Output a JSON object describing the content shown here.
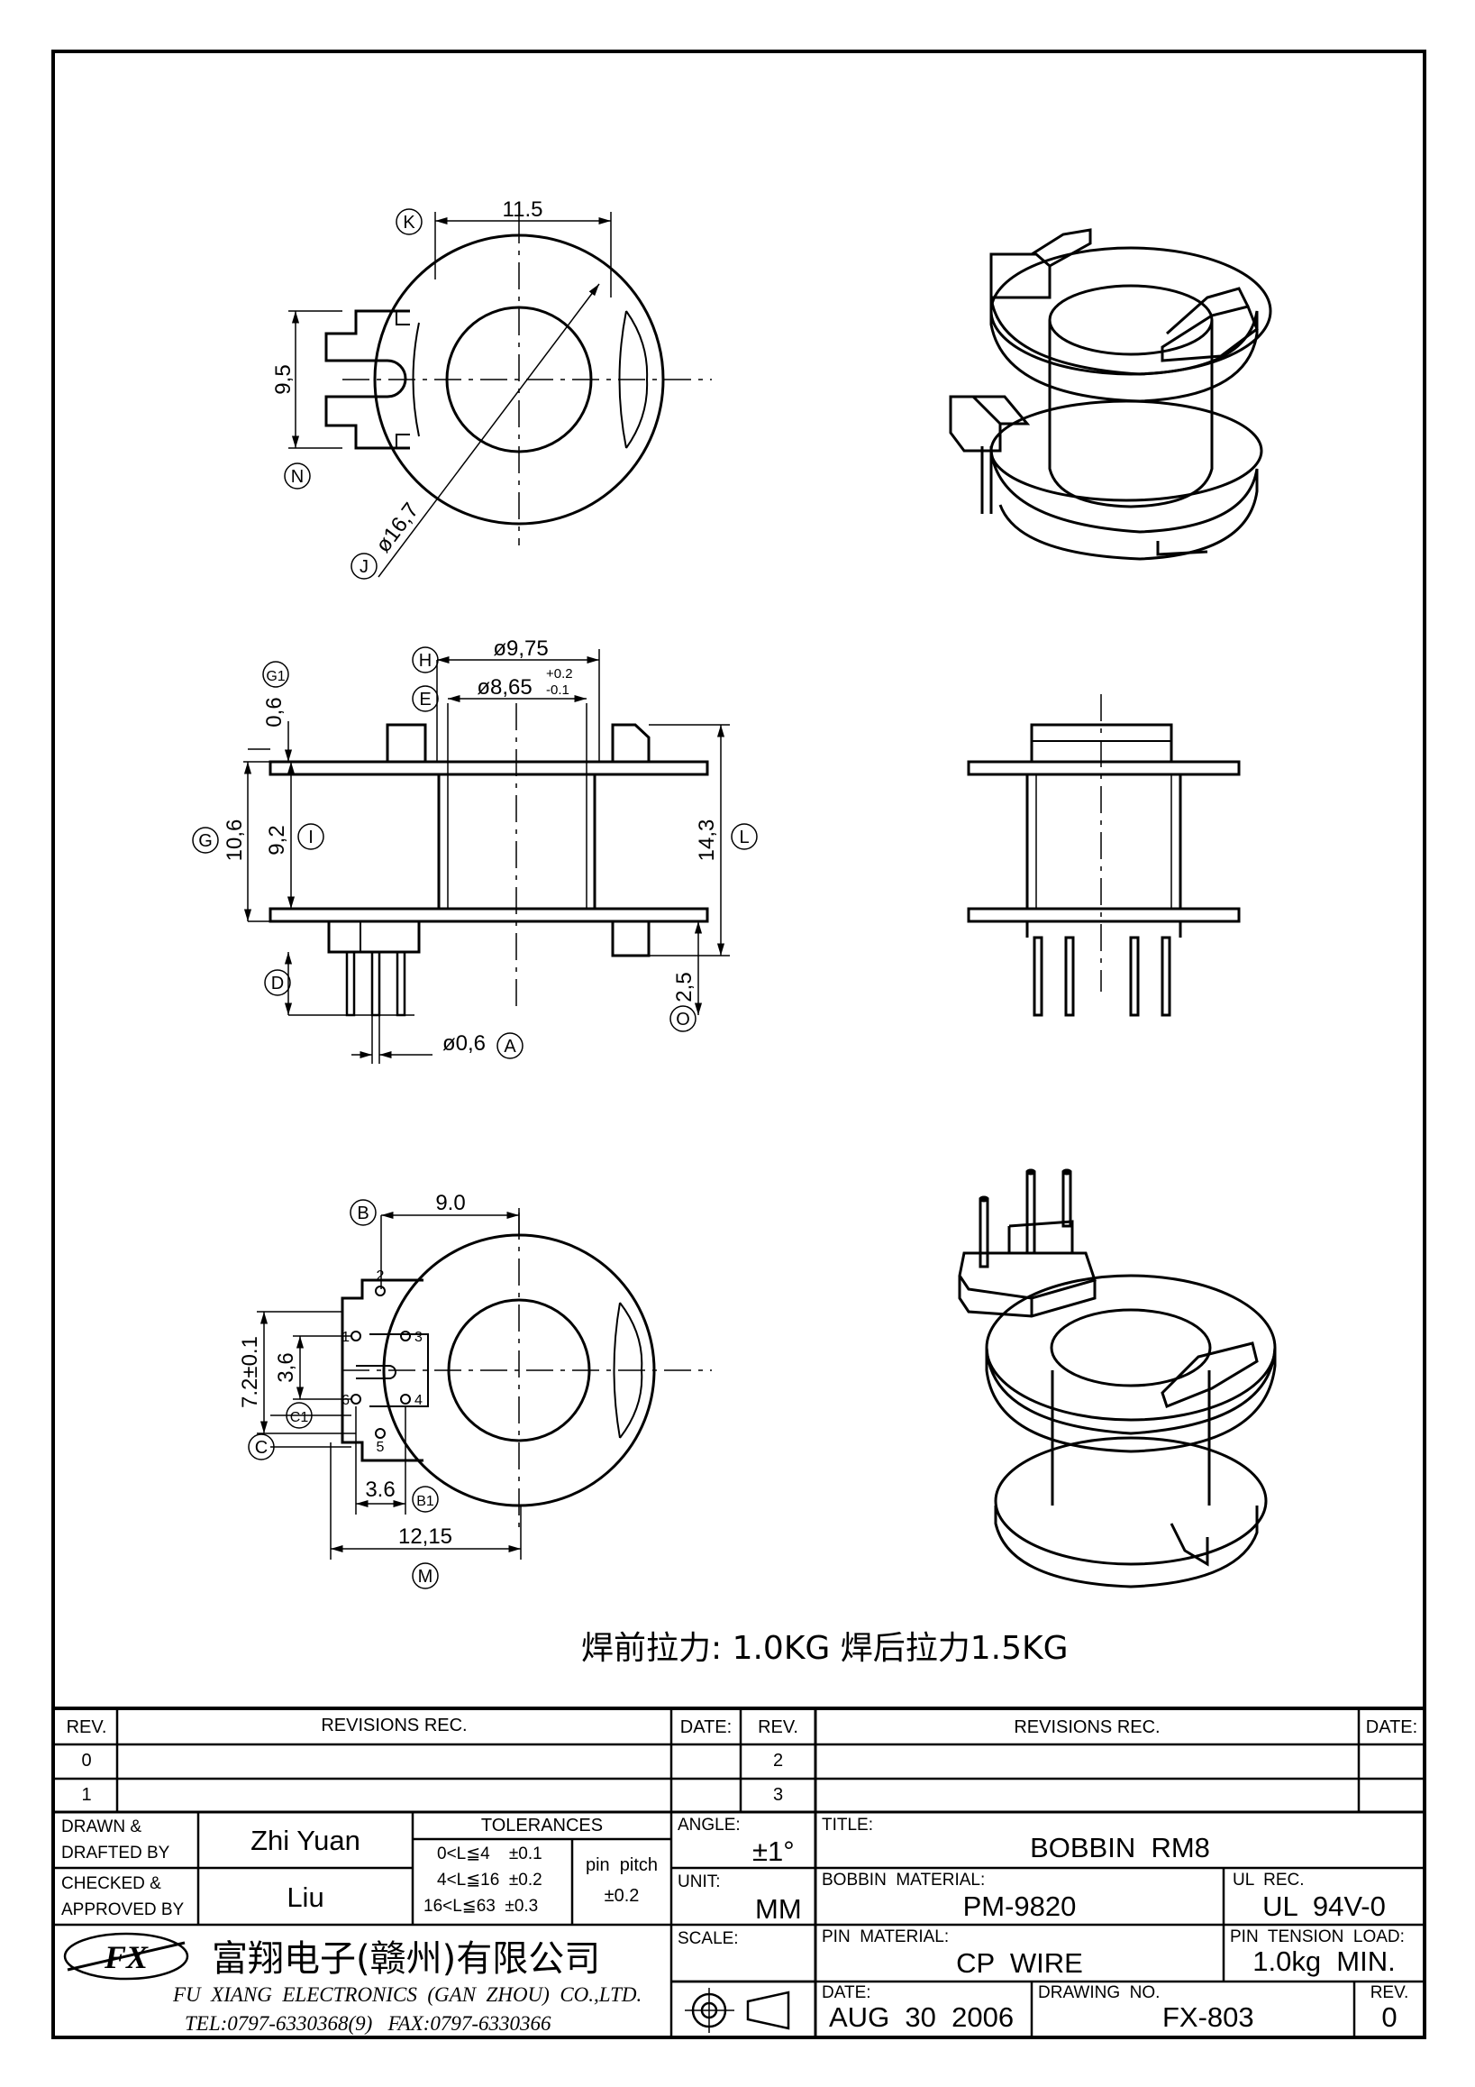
{
  "views": {
    "top": {
      "dims": {
        "width": "11.5",
        "height": "9,5",
        "dia": "ø16,7"
      },
      "tags": {
        "k": "K",
        "n": "N",
        "j": "J"
      }
    },
    "front": {
      "dims": {
        "h_flange": "0,6",
        "total": "10,6",
        "inner": "9,2",
        "overall": "14,3",
        "pin_len": "2,5",
        "d_outer": "ø9,75",
        "d_inner": "ø8,65",
        "tol_up": "+0.2",
        "tol_dn": "-0.1",
        "pin_d": "ø0,6"
      },
      "tags": {
        "h": "H",
        "e": "E",
        "g1": "G1",
        "g": "G",
        "i": "I",
        "l": "L",
        "d": "D",
        "o": "O",
        "a": "A"
      }
    },
    "bottom": {
      "dims": {
        "width": "9.0",
        "row": "7.2±0.1",
        "pitch": "3,6",
        "pitch_h": "3.6",
        "span": "12,15"
      },
      "pins": [
        "1",
        "2",
        "3",
        "4",
        "5",
        "6"
      ],
      "tags": {
        "b": "B",
        "c1": "C1",
        "c": "C",
        "b1": "B1",
        "m": "M"
      }
    }
  },
  "note": "焊前拉力:  1.0KG    焊后拉力1.5KG",
  "revisions": {
    "h_rev": "REV.",
    "h_rec": "REVISIONS   REC.",
    "h_date": "DATE:",
    "rows_left": [
      "0",
      "1"
    ],
    "rows_right": [
      "2",
      "3"
    ]
  },
  "title_block": {
    "drawn_label": "DRAWN &\nDRAFTED BY",
    "drawn_by": "Zhi Yuan",
    "checked_label": "CHECKED &\nAPPROVED BY",
    "checked_by": "Liu",
    "tol_title": "TOLERANCES",
    "tol_1": "0<L≦4    ±0.1",
    "tol_2": "4<L≦16  ±0.2",
    "tol_3": "16<L≦63  ±0.3",
    "pin_pitch_label": "pin  pitch",
    "pin_pitch_val": "±0.2",
    "angle_label": "ANGLE:",
    "angle_val": "±1°",
    "unit_label": "UNIT:",
    "unit_val": "MM",
    "scale_label": "SCALE:",
    "title_label": "TITLE:",
    "title_val": "BOBBIN  RM8",
    "material_label": "BOBBIN  MATERIAL:",
    "material_val": "PM-9820",
    "ul_label": "UL  REC.",
    "ul_val": "UL  94V-0",
    "pin_mat_label": "PIN  MATERIAL:",
    "pin_mat_val": "CP  WIRE",
    "tension_label": "PIN  TENSION  LOAD:",
    "tension_val": "1.0kg  MIN.",
    "date_label": "DATE:",
    "date_val": "AUG  30  2006",
    "drawing_no_label": "DRAWING  NO.",
    "drawing_no_val": "FX-803",
    "rev_label": "REV.",
    "rev_val": "0"
  },
  "company": {
    "logo": "FX",
    "name_cn": "富翔电子(赣州)有限公司",
    "name_en": "FU  XIANG  ELECTRONICS  (GAN  ZHOU)  CO.,LTD.",
    "contact": "TEL:0797-6330368(9)   FAX:0797-6330366"
  }
}
